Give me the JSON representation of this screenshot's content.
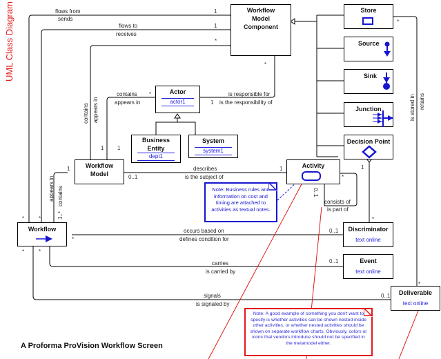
{
  "diagram": {
    "title": "UML Class Diagram",
    "caption": "A Proforma ProVision Workflow Screen",
    "colors": {
      "title": "#e01818",
      "icon": "#1515d0",
      "note_red": "#e01818",
      "note_text": "#2a2ad8"
    }
  },
  "classes": {
    "workflow_model_component": {
      "name": "Workflow Model Component"
    },
    "store": {
      "name": "Store",
      "icon": "rectangle-icon"
    },
    "source": {
      "name": "Source",
      "icon": "source-arrow-icon"
    },
    "sink": {
      "name": "Sink",
      "icon": "sink-arrow-icon"
    },
    "junction": {
      "name": "Junction",
      "icon": "junction-icon"
    },
    "decision_point": {
      "name": "Decision Point",
      "icon": "diamond-icon"
    },
    "actor": {
      "name": "Actor",
      "attr": "actor1"
    },
    "business_entity": {
      "name": "Business Entity",
      "attr": "dept1"
    },
    "system": {
      "name": "System",
      "attr": "system1"
    },
    "workflow_model": {
      "name": "Workflow Model"
    },
    "activity": {
      "name": "Activity",
      "icon": "rounded-rect-icon"
    },
    "workflow": {
      "name": "Workflow",
      "icon": "arrow-right-icon"
    },
    "discriminator": {
      "name": "Discriminator",
      "attr": "text online"
    },
    "event": {
      "name": "Event",
      "attr": "text online"
    },
    "deliverable": {
      "name": "Deliverable",
      "attr": "text online"
    }
  },
  "associations": {
    "flows_from": {
      "role1": "flows from",
      "role2": "sends",
      "mult": "1"
    },
    "flows_to": {
      "role1": "flows to",
      "role2": "receives",
      "mult": "1"
    },
    "wmc_star": {
      "mult": "*"
    },
    "contains_wm": {
      "role1": "contains",
      "role2": "appears in",
      "mult1": "1",
      "mult2": "1"
    },
    "actor_wm": {
      "role1": "contains",
      "role2": "appears in",
      "mult": "*"
    },
    "responsible": {
      "role1": "is responsible for",
      "role2": "is the responsibility of",
      "mult1": "1",
      "mult2": "*"
    },
    "describes": {
      "role1": "describes",
      "role2": "is the subject of",
      "mult1": "1",
      "mult2": "0..1"
    },
    "wm_workflow": {
      "role1": "appears in",
      "role2": "contains",
      "mult1": "1",
      "mult2": "1..*"
    },
    "consists": {
      "role1": "consists of",
      "role2": "is part of",
      "mult1": "*",
      "mult2": "0..1"
    },
    "decision_disc": {
      "mult1": "1",
      "mult2": "*"
    },
    "occurs": {
      "role1": "occurs based on",
      "role2": "defines condition for",
      "mult1": "*",
      "mult2": "0..1"
    },
    "carries": {
      "role1": "carries",
      "role2": "is carried by",
      "mult1": "*",
      "mult2": "0..1"
    },
    "signals": {
      "role1": "signals",
      "role2": "is signaled by",
      "mult1": "*",
      "mult2": "0..1"
    },
    "stored": {
      "role1": "is stored in",
      "role2": "retains",
      "mult1": "*",
      "mult2": "*"
    },
    "wf_star": "*"
  },
  "notes": {
    "business_rules": "Note:  Business rules and information on cost and timing are attached to activities as textual notes.",
    "good_example": "Note: A good example of something you don't want to specify is whether activities can be shown nested inside other activities, or whether nested activities should be shown on separate workflow charts.  Obviously, colors or icons that vendors introduce should not be specified in the metamodel either."
  }
}
